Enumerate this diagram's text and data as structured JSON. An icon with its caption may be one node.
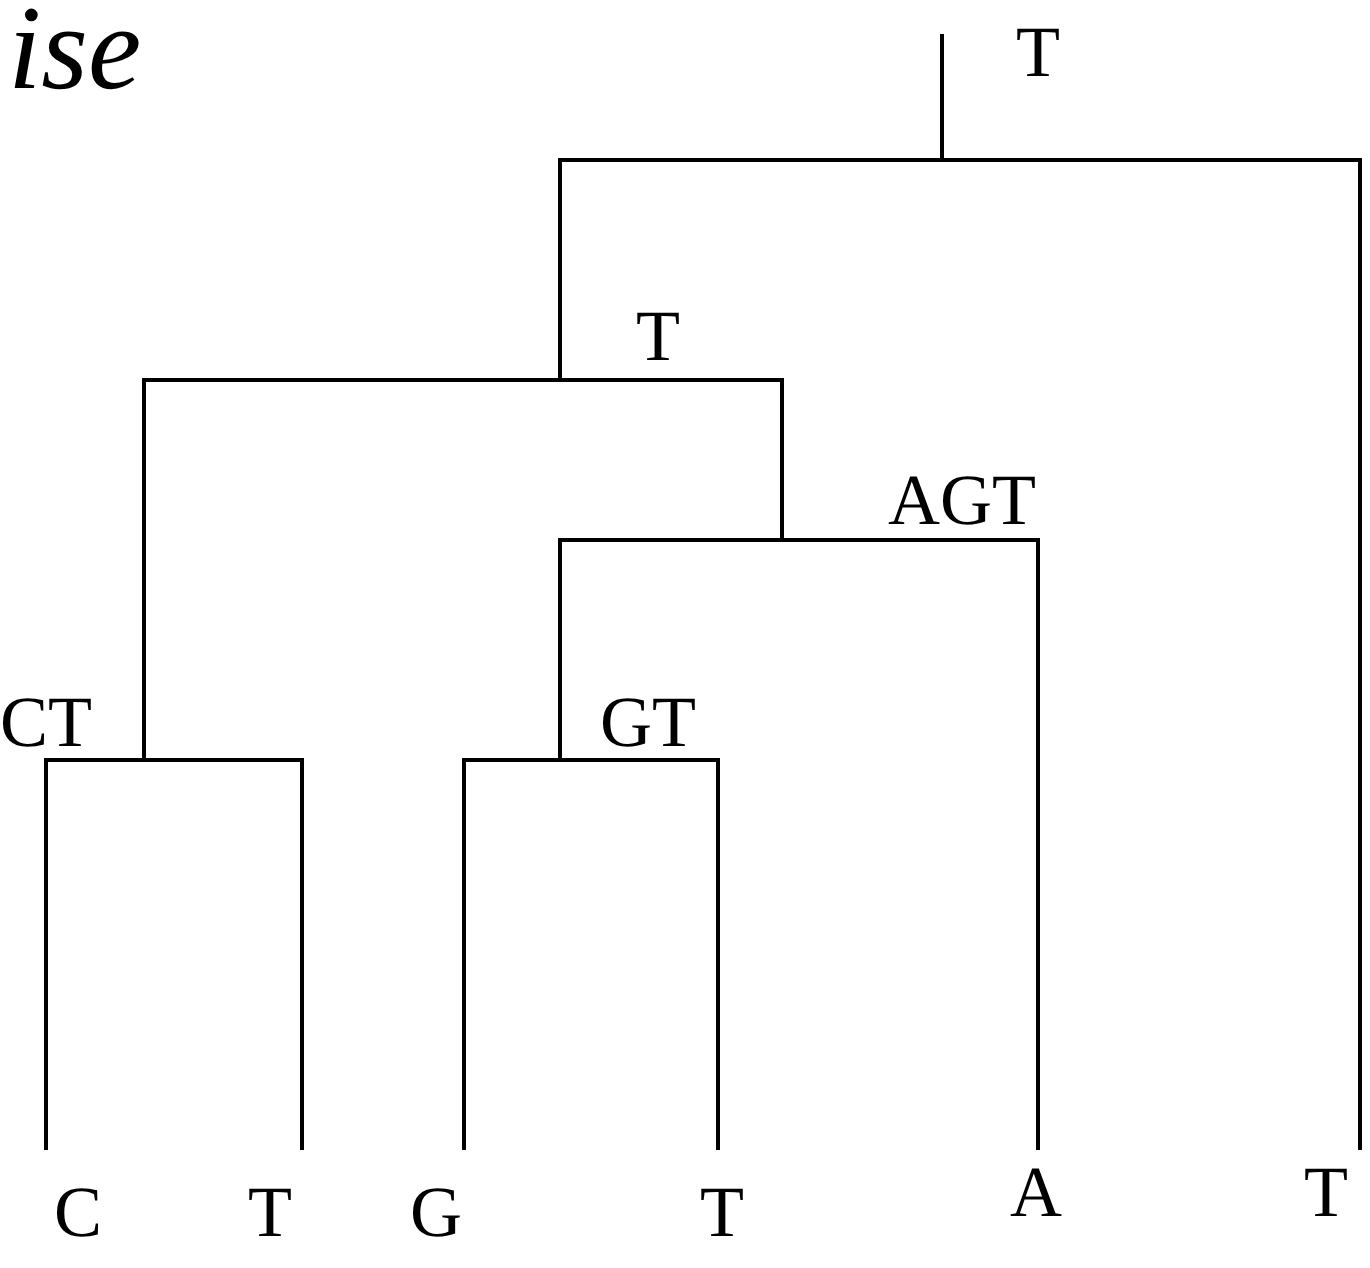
{
  "diagram": {
    "nodes": [
      {
        "text": [
          "T"
        ]
      },
      {
        "text": [
          "T"
        ]
      },
      {
        "text": [
          "AGT"
        ]
      },
      {
        "text": [
          "CT"
        ]
      },
      {
        "text": [
          "GT"
        ]
      },
      {
        "text": [
          "C"
        ]
      },
      {
        "text": [
          "T"
        ]
      },
      {
        "text": [
          "G"
        ]
      },
      {
        "text": [
          "T"
        ]
      },
      {
        "text": [
          "A"
        ]
      },
      {
        "text": [
          "T"
        ]
      }
    ],
    "edges": [
      {
        "from": 0,
        "to": 1,
        "arrow": "none"
      },
      {
        "from": 0,
        "to": 10,
        "arrow": "none"
      },
      {
        "from": 1,
        "to": 3,
        "arrow": "none"
      },
      {
        "from": 1,
        "to": 2,
        "arrow": "none"
      },
      {
        "from": 2,
        "to": 4,
        "arrow": "none"
      },
      {
        "from": 2,
        "to": 9,
        "arrow": "none"
      },
      {
        "from": 3,
        "to": 5,
        "arrow": "none"
      },
      {
        "from": 3,
        "to": 6,
        "arrow": "none"
      },
      {
        "from": 4,
        "to": 7,
        "arrow": "none"
      },
      {
        "from": 4,
        "to": 8,
        "arrow": "none"
      }
    ],
    "labels": [
      "ise"
    ]
  }
}
